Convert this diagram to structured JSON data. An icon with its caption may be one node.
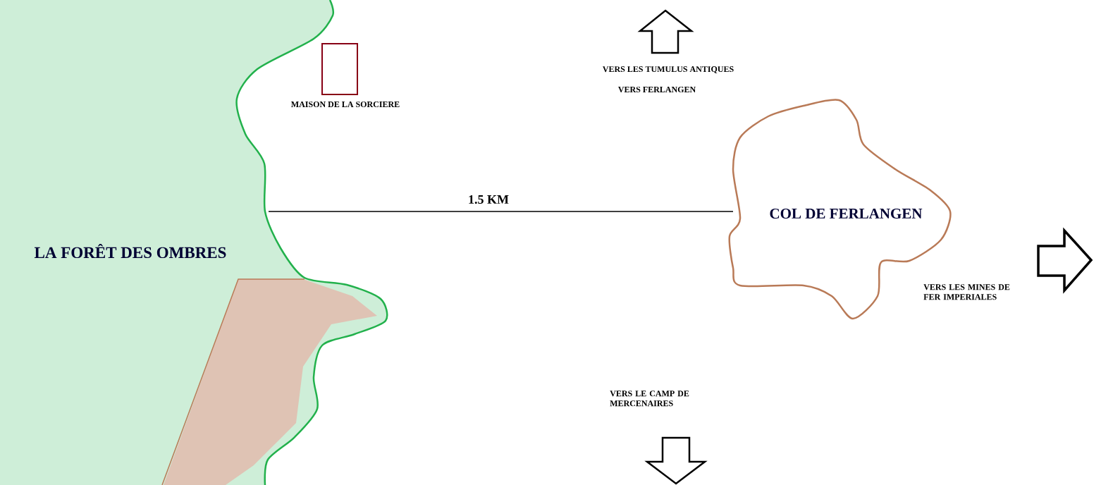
{
  "diagram": {
    "nodes": [
      {
        "text": [
          "LA FORÊT DES OMBRES"
        ]
      },
      {
        "text": [],
        "shape": "box"
      },
      {
        "text": [
          "COL DE FERLANGEN"
        ]
      }
    ],
    "labels": [
      "VERS LES TUMULUS ANTIQUES",
      "VERS FERLANGEN",
      "1.5 KM",
      "VERS LES MINES DE FER IMPERIALES",
      "VERS LE CAMP DE MERCENAIRES",
      "MAISON DE LA SORCIERE"
    ]
  }
}
